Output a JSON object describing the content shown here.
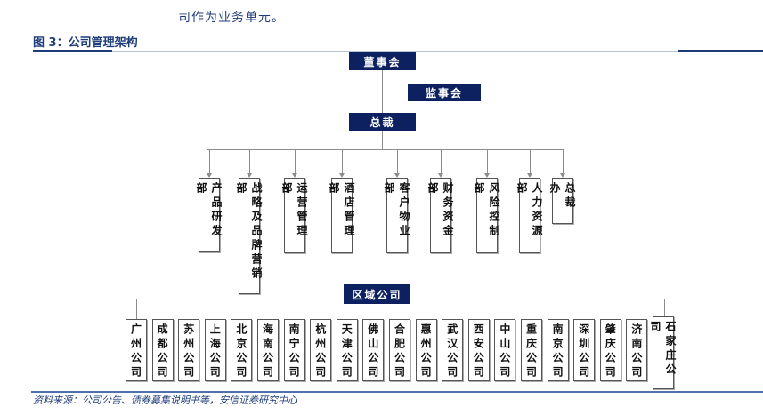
{
  "intro_text": "司作为业务单元。",
  "figure_title": "图 3：公司管理架构",
  "board": "董事会",
  "supervisory_board": "监事会",
  "president": "总裁",
  "departments": [
    "产品研发部",
    "战略及品牌营销部",
    "运营管理部",
    "酒店管理部",
    "客户物业部",
    "财务资金部",
    "风险控制部",
    "人力资源部",
    "总裁办"
  ],
  "regional_header": "区域公司",
  "regional_companies": [
    "广州公司",
    "成都公司",
    "苏州公司",
    "上海公司",
    "北京公司",
    "海南公司",
    "南宁公司",
    "杭州公司",
    "天津公司",
    "佛山公司",
    "合肥公司",
    "惠州公司",
    "武汉公司",
    "西安公司",
    "中山公司",
    "重庆公司",
    "南京公司",
    "深圳公司",
    "肇庆公司",
    "济南公司",
    "石家庄公司"
  ],
  "source": "资料来源：公司公告、债券募集说明书等，安信证券研究中心"
}
